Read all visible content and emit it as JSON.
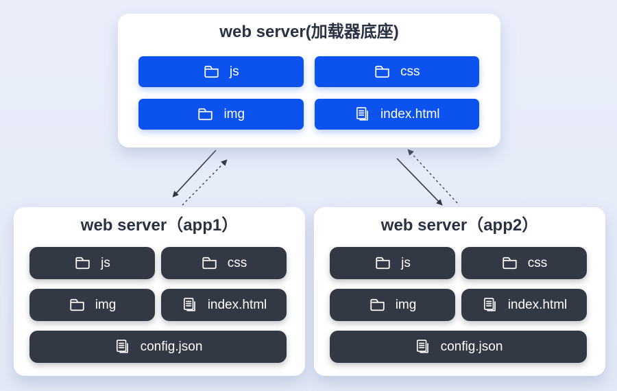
{
  "loader_server": {
    "title": "web server(加载器底座)",
    "items": [
      {
        "label": "js",
        "icon": "folder-icon"
      },
      {
        "label": "css",
        "icon": "folder-icon"
      },
      {
        "label": "img",
        "icon": "folder-icon"
      },
      {
        "label": "index.html",
        "icon": "document-icon"
      }
    ]
  },
  "app_servers": [
    {
      "title": "web server（app1）",
      "items": [
        {
          "label": "js",
          "icon": "folder-icon"
        },
        {
          "label": "css",
          "icon": "folder-icon"
        },
        {
          "label": "img",
          "icon": "folder-icon"
        },
        {
          "label": "index.html",
          "icon": "document-icon"
        },
        {
          "label": "config.json",
          "icon": "document-icon"
        }
      ]
    },
    {
      "title": "web server（app2）",
      "items": [
        {
          "label": "js",
          "icon": "folder-icon"
        },
        {
          "label": "css",
          "icon": "folder-icon"
        },
        {
          "label": "img",
          "icon": "folder-icon"
        },
        {
          "label": "index.html",
          "icon": "document-icon"
        },
        {
          "label": "config.json",
          "icon": "document-icon"
        }
      ]
    }
  ],
  "colors": {
    "background": "#e7ebf8",
    "loader_chip": "#0c52ef",
    "app_chip": "#333845",
    "title_text": "#2a3142",
    "chip_text": "#ffffff",
    "arrow": "#2f3542",
    "box": "#ffffff"
  }
}
